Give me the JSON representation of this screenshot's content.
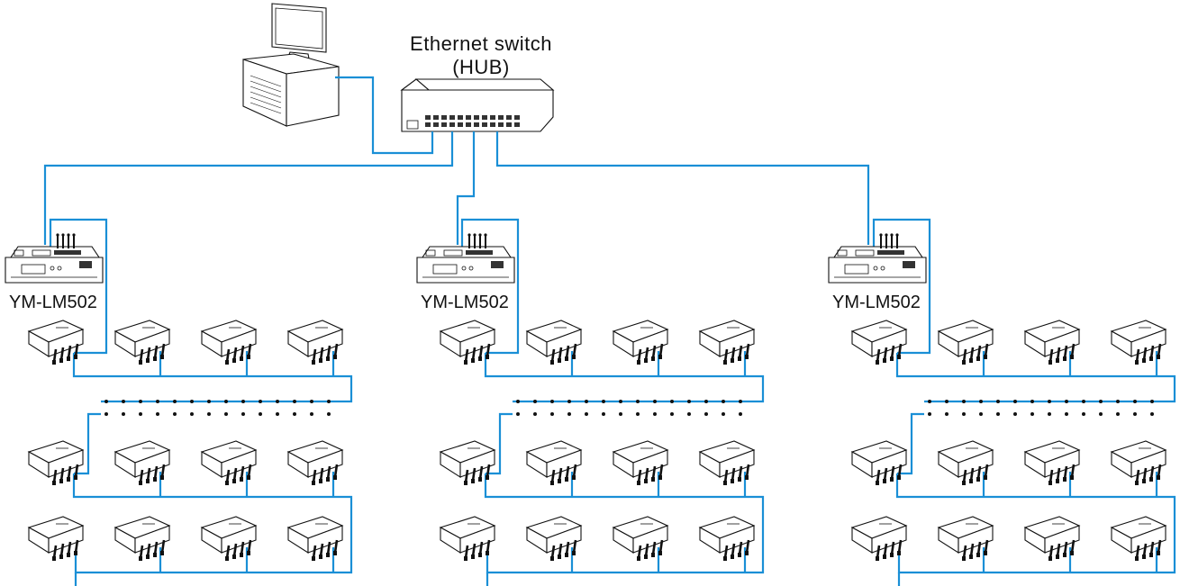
{
  "hub": {
    "title_line1": "Ethernet switch",
    "title_line2": "(HUB)"
  },
  "controllers": [
    {
      "label": "YM-LM502"
    },
    {
      "label": "YM-LM502"
    },
    {
      "label": "YM-LM502"
    }
  ],
  "colors": {
    "cable": "#1a8fd6",
    "outline": "#111111",
    "background": "#ffffff"
  },
  "icons": {
    "computer": "computer-icon",
    "hub": "ethernet-switch-icon",
    "controller": "controller-box-icon",
    "receiver": "receiver-box-icon"
  }
}
